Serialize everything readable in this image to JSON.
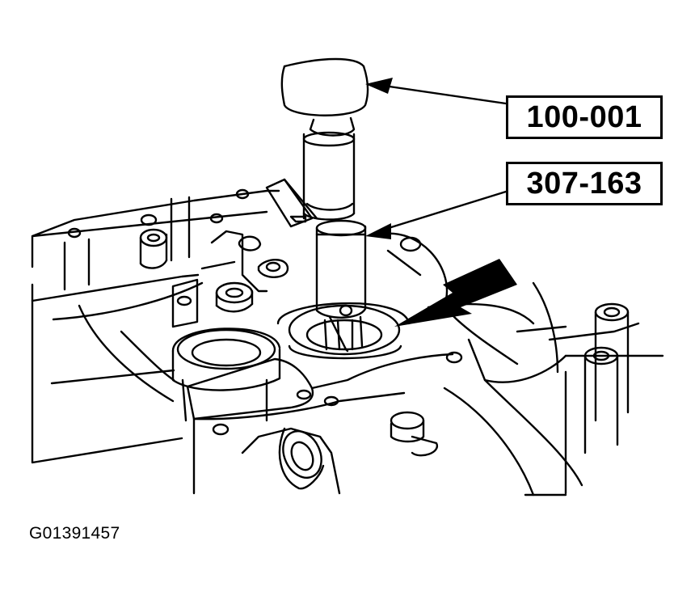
{
  "callouts": [
    {
      "label": "100-001"
    },
    {
      "label": "307-163"
    }
  ],
  "figure_id": "G01391457"
}
